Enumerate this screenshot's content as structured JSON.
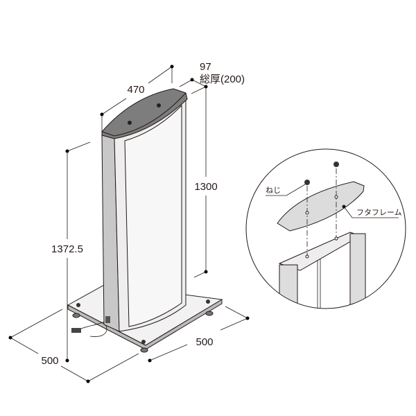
{
  "dimensions": {
    "width": "470",
    "depth_top": "97",
    "total_thickness": "総厚(200)",
    "sign_height": "1300",
    "total_height": "1372.5",
    "base_depth": "500",
    "base_width": "500"
  },
  "detail": {
    "screw_label": "ねじ",
    "cap_frame_label": "フタフレーム"
  },
  "colors": {
    "line": "#231815",
    "panel": "#e6e6e6",
    "cap": "#d9d9d9",
    "frame": "#bdbdbd"
  }
}
